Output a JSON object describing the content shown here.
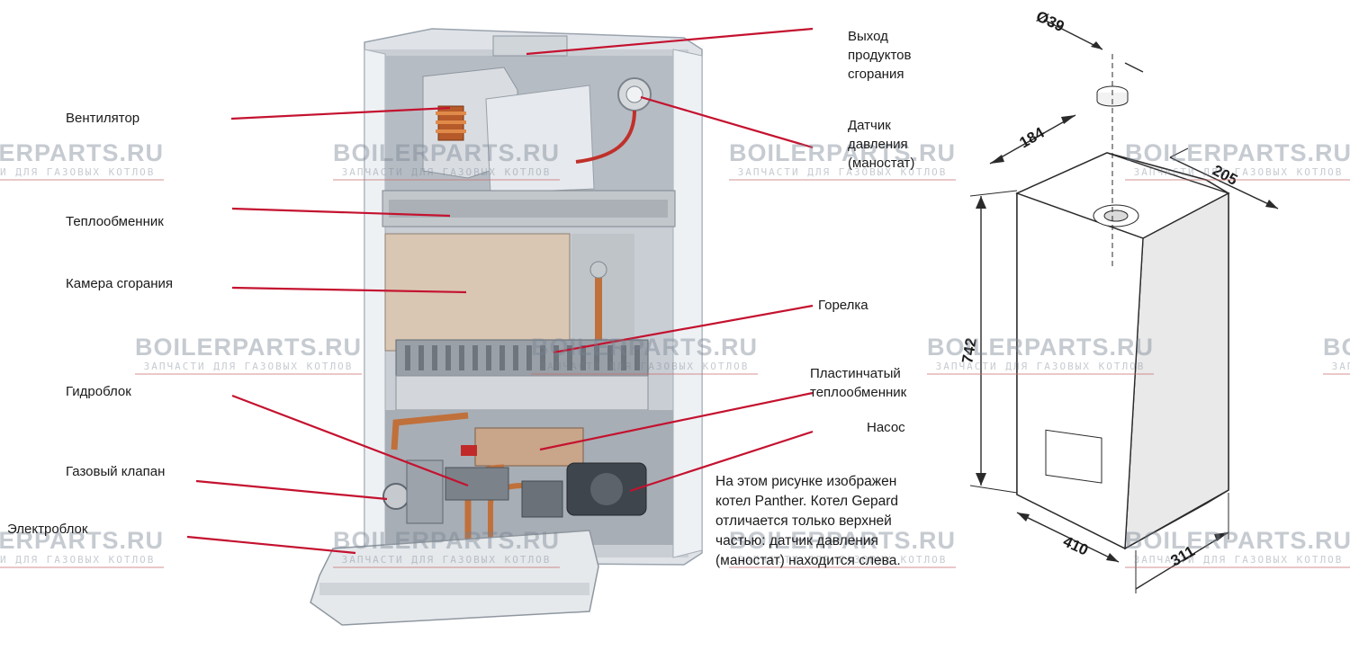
{
  "labels": {
    "fan": "Вентилятор",
    "heat_exchanger": "Теплообменник",
    "combustion_chamber": "Камера сгорания",
    "hydroblock": "Гидроблок",
    "gas_valve": "Газовый клапан",
    "electroblock": "Электроблок",
    "flue_outlet": "Выход\nпродуктов\nсгорания",
    "pressure_sensor": "Датчик\nдавления\n(маностат)",
    "burner": "Горелка",
    "plate_heat_exchanger": "Пластинчатый\nтеплообменник",
    "pump": "Насос"
  },
  "note": "На этом рисунке изображен\nкотел Panther.  Котел Gepard\nотличается только верхней\nчастью: датчик давления\n(маностат) находится слева.",
  "dimensions": {
    "flue_diameter": "Ø39",
    "depth_top": "184",
    "side_depth": "205",
    "height": "742",
    "width": "410",
    "depth_bottom": "311"
  },
  "watermark": {
    "title": "BOILERPARTS.RU",
    "subtitle": "ЗАПЧАСТИ ДЛЯ ГАЗОВЫХ КОТЛОВ"
  },
  "colors": {
    "leader_line": "#c4122f",
    "boiler_frame": "#e4e8ec",
    "copper": "#c0703a"
  }
}
